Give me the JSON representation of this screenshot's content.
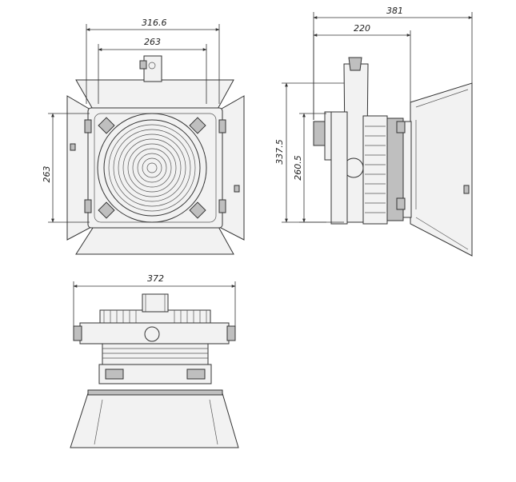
{
  "drawing": {
    "front_view": {
      "width_outer": "316.6",
      "width_inner": "263",
      "height_left": "263"
    },
    "side_view": {
      "depth_total": "381",
      "depth_body": "220",
      "height_total": "337.5",
      "height_body": "260.5"
    },
    "top_view": {
      "width_total": "372"
    }
  }
}
